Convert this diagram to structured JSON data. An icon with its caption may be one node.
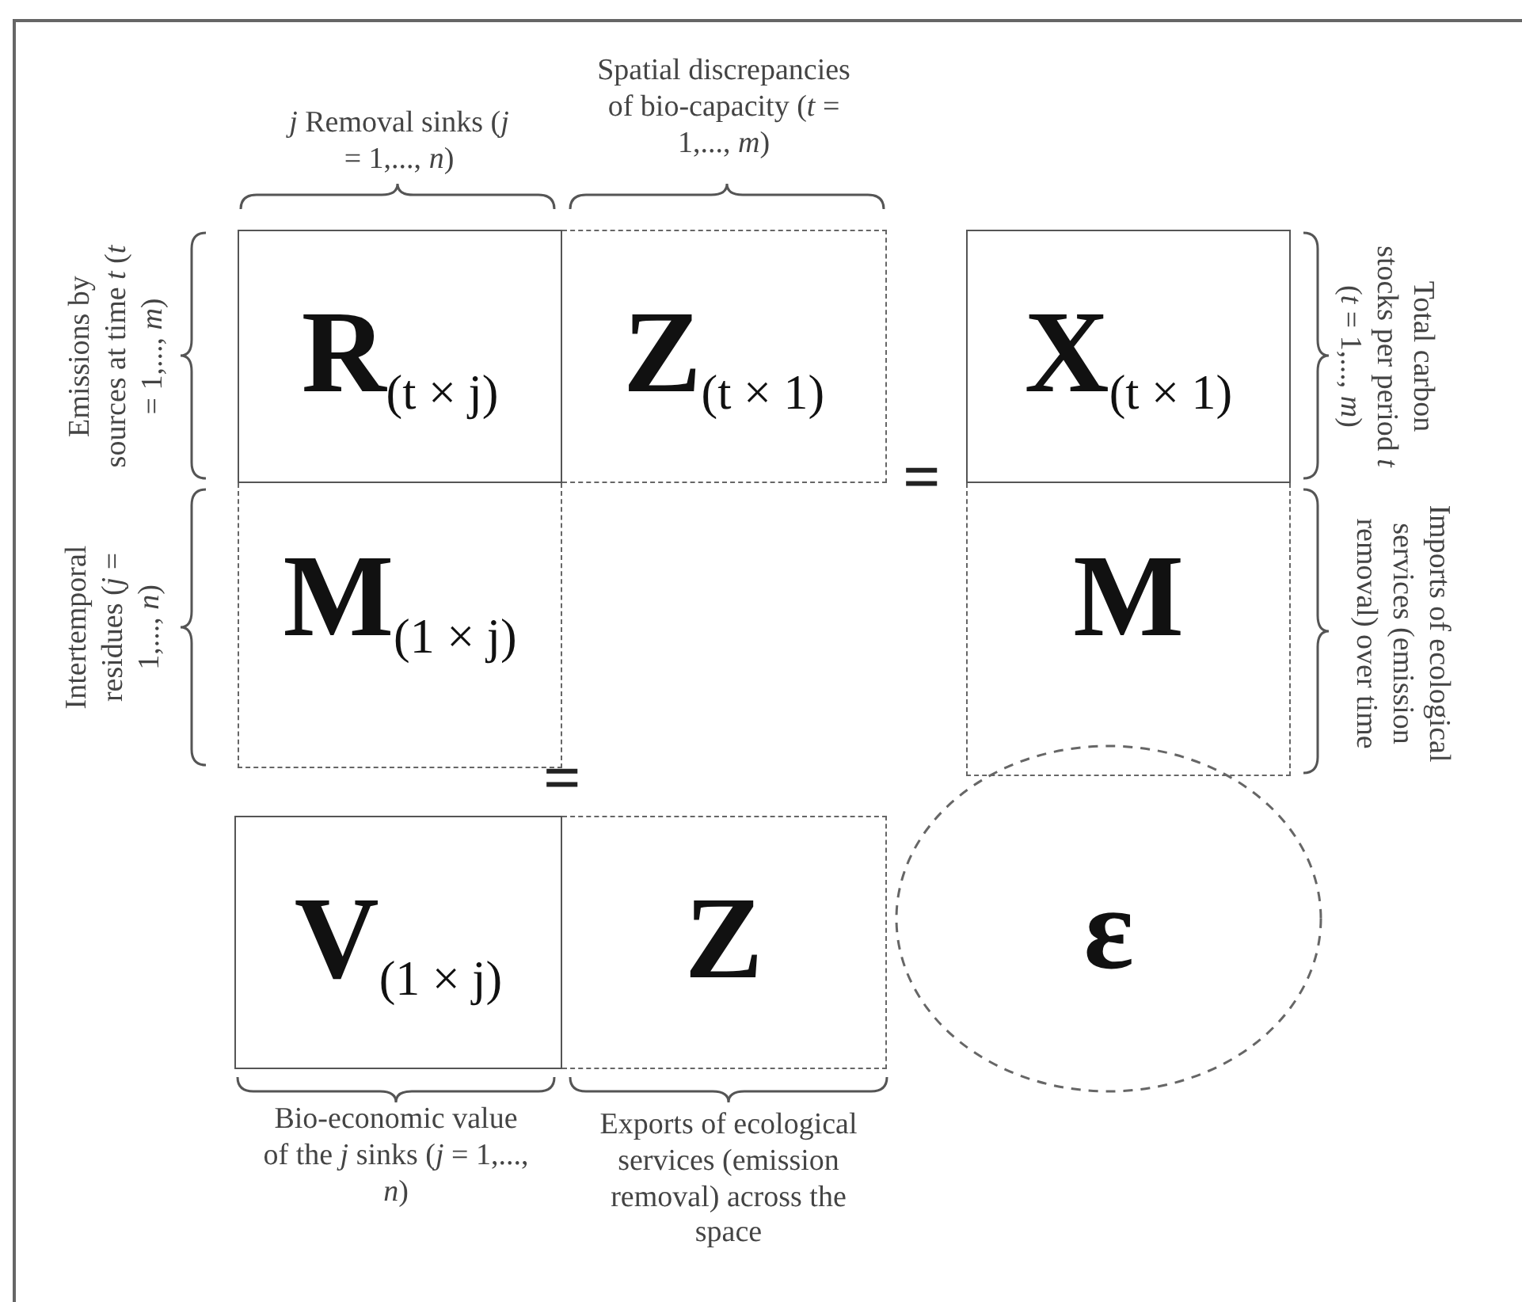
{
  "diagram": {
    "nodes": [
      {
        "text": [
          "R$_{(t × j)}$"
        ],
        "beside": [
          "*j* Removal sinks (*j* = 1,..., *n*)",
          "Emissions by sources at time *t* (*t* = 1,..., *m*)"
        ]
      },
      {
        "text": [
          "Z$_{(t × 1)}$"
        ],
        "beside": [
          "Spatial discrepancies of bio-capacity (*t* = 1,..., *m*)"
        ]
      },
      {
        "text": [
          "X$_{(t × 1)}$"
        ],
        "beside": [
          "Total carbon stocks per period *t* (*t* = 1,..., *m*)"
        ]
      },
      {
        "text": [
          "M$_{(1 × j)}$"
        ],
        "beside": [
          "Intertemporal residues (*j* = 1,..., *n*)"
        ]
      },
      {
        "text": [
          "M"
        ]
      },
      {
        "text": [
          "V$_{(1 × j)}$"
        ],
        "beside": [
          "Bio-economic value of the *j* sinks (*j* = 1,..., *n*)"
        ]
      },
      {
        "text": [
          "Z"
        ],
        "beside": [
          "Exports of ecological services (emission removal) across the space"
        ]
      },
      {
        "text": [
          "ε"
        ]
      }
    ],
    "labels": [
      "=",
      "=",
      "Imports of ecological services (emission removal) over time"
    ]
  }
}
